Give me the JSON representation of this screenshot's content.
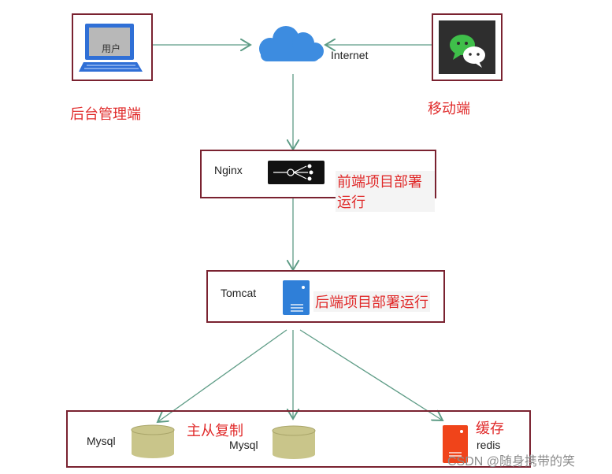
{
  "client_admin": {
    "screen_text": "用户",
    "caption": "后台管理端"
  },
  "client_mobile": {
    "caption": "移动端"
  },
  "internet": {
    "label": "Internet"
  },
  "nginx": {
    "label": "Nginx",
    "note": "前端项目部署运行"
  },
  "tomcat": {
    "label": "Tomcat",
    "note": "后端项目部署运行"
  },
  "storage": {
    "mysql_primary": "Mysql",
    "replication_note": "主从复制",
    "mysql_secondary": "Mysql",
    "cache_note": "缓存",
    "redis": "redis"
  },
  "watermark": "CSDN @随身携带的笑",
  "colors": {
    "border": "#7a2230",
    "accent_red": "#e02a2a",
    "arrow": "#5e9c86",
    "cloud": "#3d8ce0",
    "db": "#c9c58a"
  }
}
